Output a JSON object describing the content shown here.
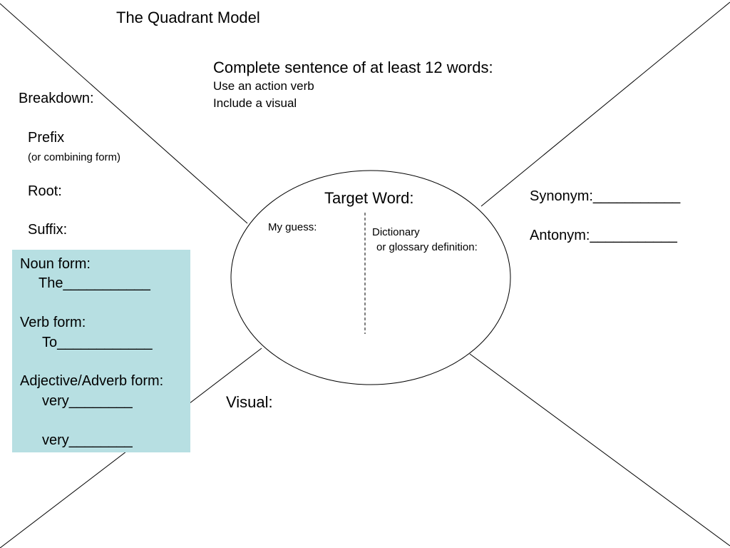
{
  "title": "The Quadrant Model",
  "top_right": {
    "heading": "Complete sentence of at least 12 words:",
    "line1": "Use an action verb",
    "line2": "Include a visual"
  },
  "breakdown": {
    "heading": "Breakdown:",
    "prefix": "Prefix",
    "prefix_note": "(or combining form)",
    "root": "Root:",
    "suffix": "Suffix:"
  },
  "forms": {
    "noun_label": "Noun form:",
    "noun_blank": "The___________",
    "verb_label": "Verb form:",
    "verb_blank": "To____________",
    "adj_label": "Adjective/Adverb form:",
    "adj_blank_1": "very________",
    "adj_blank_2": "very________",
    "box_color": "#b7dfe2"
  },
  "center": {
    "target_word": "Target Word:",
    "my_guess": "My guess:",
    "dictionary_line1": "Dictionary",
    "dictionary_line2": "or glossary definition:"
  },
  "right": {
    "synonym": "Synonym:___________",
    "antonym": "Antonym:___________"
  },
  "bottom": {
    "visual": "Visual:"
  }
}
